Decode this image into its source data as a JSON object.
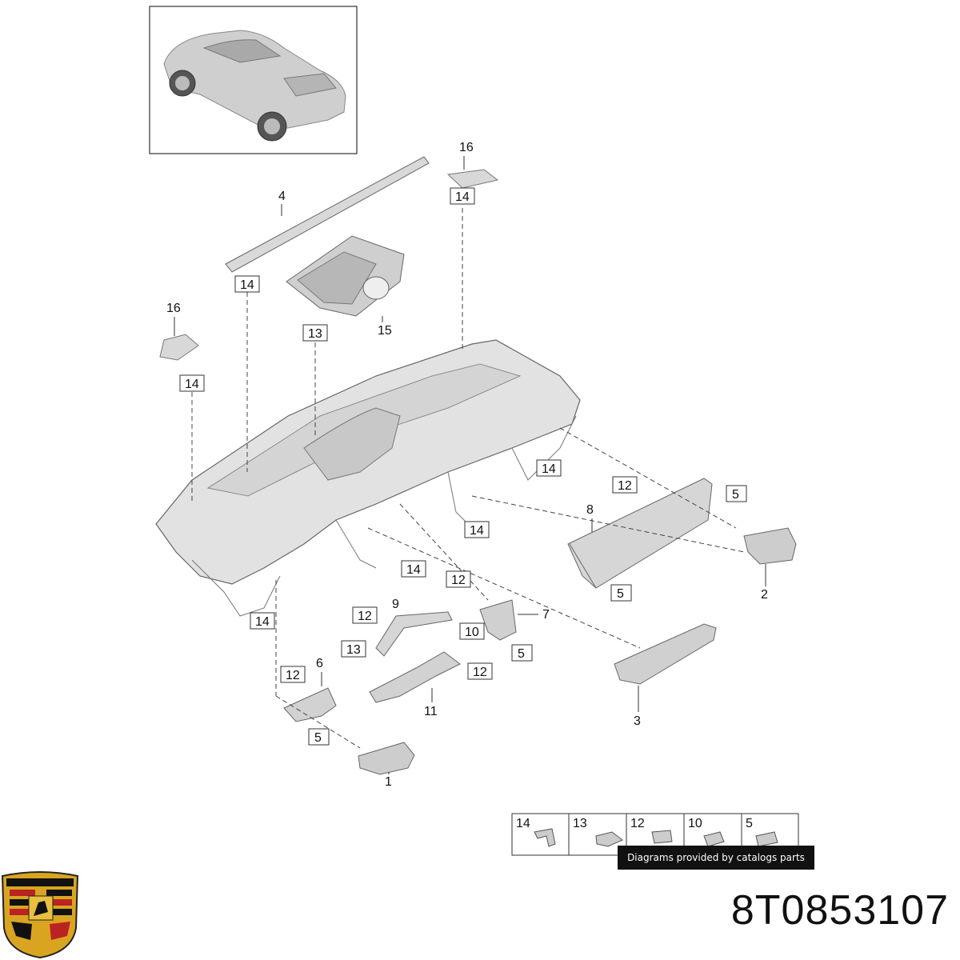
{
  "callouts": {
    "c1": "1",
    "c2": "2",
    "c3": "3",
    "c4": "4",
    "c5a": "5",
    "c5b": "5",
    "c5c": "5",
    "c5d": "5",
    "c6": "6",
    "c7": "7",
    "c8": "8",
    "c9": "9",
    "c10": "10",
    "c11": "11",
    "c12a": "12",
    "c12b": "12",
    "c12c": "12",
    "c12d": "12",
    "c12e": "12",
    "c13a": "13",
    "c13b": "13",
    "c14a": "14",
    "c14b": "14",
    "c14c": "14",
    "c14d": "14",
    "c14e": "14",
    "c14f": "14",
    "c14g": "14",
    "c15": "15",
    "c16a": "16",
    "c16b": "16"
  },
  "legend": [
    "14",
    "13",
    "12",
    "10",
    "5"
  ],
  "credit": "Diagrams provided by catalogs parts",
  "part_number": "8T0853107",
  "brand_logo": "porsche-crest"
}
